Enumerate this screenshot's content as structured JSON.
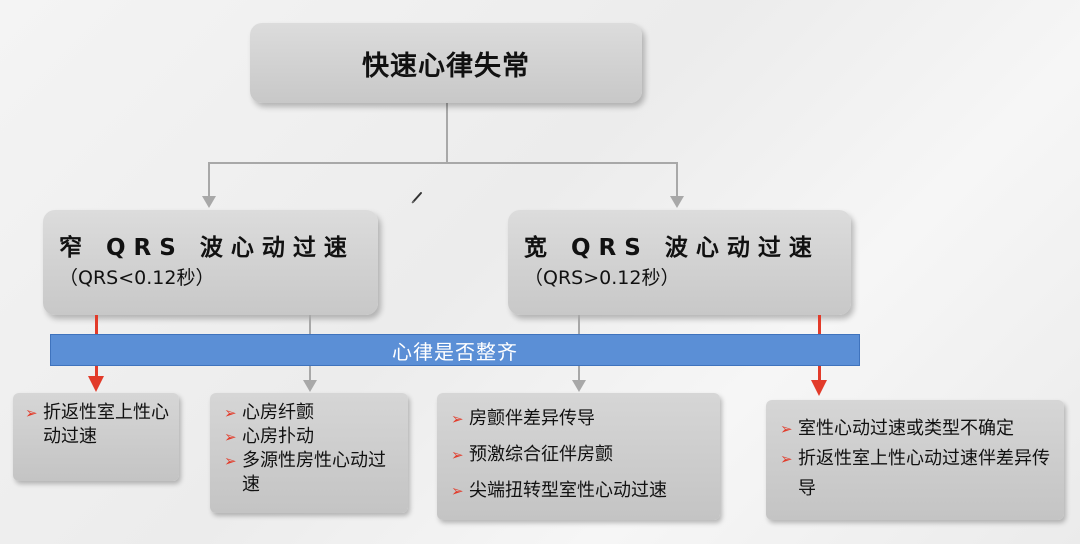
{
  "root": {
    "title": "快速心律失常"
  },
  "narrow": {
    "title": "窄 QRS 波心动过速",
    "subtitle": "（QRS<0.12秒）"
  },
  "wide": {
    "title": "宽 QRS 波心动过速",
    "subtitle": "（QRS>0.12秒）"
  },
  "rhythm_bar": {
    "label": "心律是否整齐"
  },
  "leaves": {
    "narrow_regular": [
      "折返性室上性心动过速"
    ],
    "narrow_irregular": [
      "心房纤颤",
      "心房扑动",
      "多源性房性心动过速"
    ],
    "wide_irregular": [
      "房颤伴差异传导",
      "预激综合征伴房颤",
      "尖端扭转型室性心动过速"
    ],
    "wide_regular": [
      "室性心动过速或类型不确定",
      "折返性室上性心动过速伴差异传导"
    ]
  },
  "bullet_glyph": "➢",
  "colors": {
    "box": "#c8c8c8",
    "bar": "#5b8fd6",
    "red_arrow": "#e23b2a",
    "gray_arrow": "#a8a8a8"
  }
}
